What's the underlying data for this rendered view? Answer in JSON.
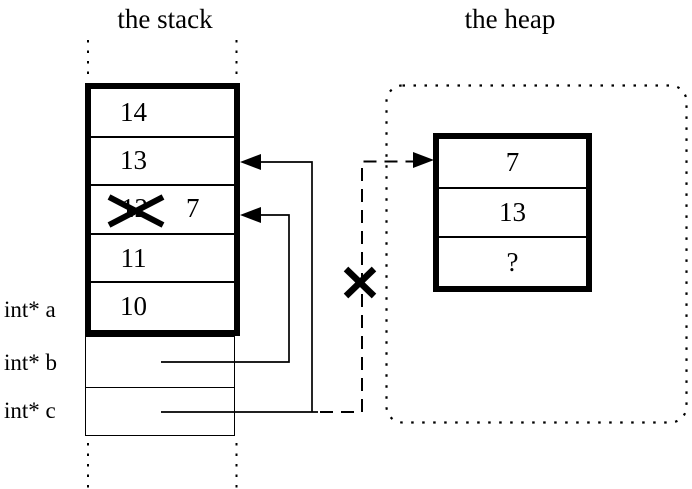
{
  "ui": {
    "background_color": "#ffffff",
    "ink_color": "#000000"
  },
  "titles": {
    "stack": "the stack",
    "heap": "the heap"
  },
  "frame_labels": {
    "a": "int* a",
    "b": "int* b",
    "c": "int* c"
  },
  "stack": {
    "rows": [
      {
        "value": "14"
      },
      {
        "value": "13"
      },
      {
        "old_value": "12",
        "new_value": "7",
        "crossed_out": true
      },
      {
        "value": "11"
      },
      {
        "value": "10"
      }
    ]
  },
  "heap": {
    "cells": [
      {
        "value": "7"
      },
      {
        "value": "13"
      },
      {
        "value": "?"
      }
    ]
  }
}
